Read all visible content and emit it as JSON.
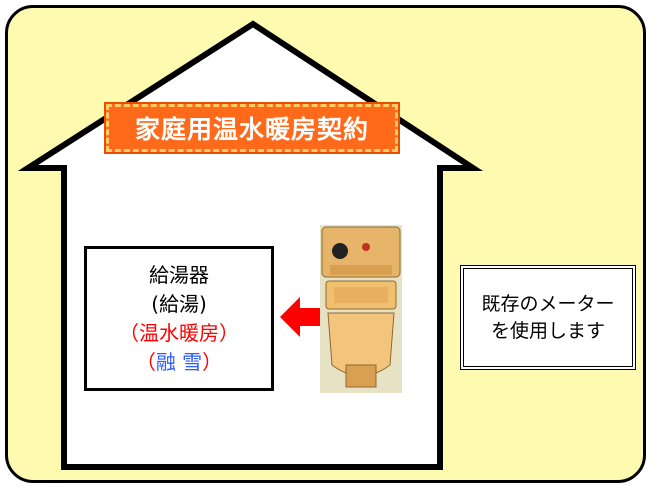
{
  "contract_label": "家庭用温水暖房契約",
  "heater": {
    "title": "給湯器",
    "line_supply": "給湯",
    "line_heating": "温水暖房",
    "line_snow": "融 雪",
    "open_paren": "（",
    "close_paren": "）",
    "open_paren_plain": "(",
    "close_paren_plain": ")"
  },
  "note": {
    "line1": "既存のメーター",
    "line2": "を使用します"
  },
  "colors": {
    "background": "#fefbb0",
    "badge": "#ff6a1a",
    "heating_text": "#ff0000",
    "snow_text": "#2a5cff",
    "arrow": "#ff0000"
  },
  "icons": {
    "meter": "gas-meter-icon",
    "arrow": "arrow-left-icon"
  }
}
